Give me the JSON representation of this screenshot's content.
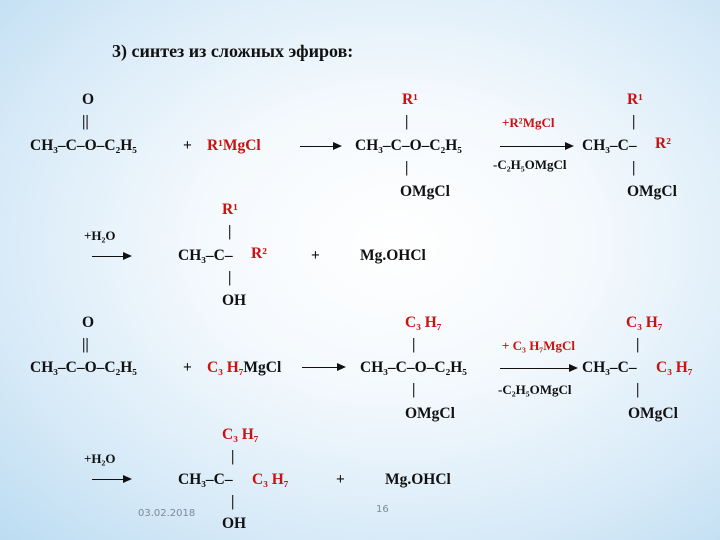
{
  "title": "3) синтез из сложных эфиров:",
  "common": {
    "O": "O",
    "bond": "||",
    "vbar": "|",
    "plus": "+"
  },
  "r1": {
    "reactant": "CH₃–C–O–C₂H₅",
    "reagent": "R¹MgCl",
    "sub_top": "R¹",
    "int1": "CH₃–C–O–C₂H₅",
    "int1_bottom": "OMgCl",
    "arrow2_top": "+R²MgCl",
    "arrow2_bottom": "-C₂H₅OMgCl",
    "int2_left": "CH₃–C–",
    "int2_right": "R²",
    "int2_top": "R¹",
    "int2_bottom": "OMgCl",
    "water": "+H₂O",
    "prod_left": "CH₃–C–",
    "prod_right": "R²",
    "prod_top": "R¹",
    "prod_bottom": "OH",
    "byproduct": "Mg.OHCl"
  },
  "r2": {
    "reactant": "CH₃–C–O–C₂H₅",
    "reagent_r": "C₃ H₇",
    "reagent_b": "MgCl",
    "sub_top": "C₃ H₇",
    "int1": "CH₃–C–O–C₂H₅",
    "int1_bottom": "OMgCl",
    "arrow2_top": "+ C₃ H₇MgCl",
    "arrow2_bottom": "-C₂H₅OMgCl",
    "int2_left": "CH₃–C–",
    "int2_right": "C₃ H₇",
    "int2_top": "C₃ H₇",
    "int2_bottom": "OMgCl",
    "water": "+H₂O",
    "prod_left": "CH₃–C–",
    "prod_right": "C₃ H₇",
    "prod_top": "C₃ H₇",
    "prod_bottom": "OH",
    "byproduct": "Mg.OHCl"
  },
  "footer": {
    "date": "03.02.2018",
    "page": "16"
  }
}
